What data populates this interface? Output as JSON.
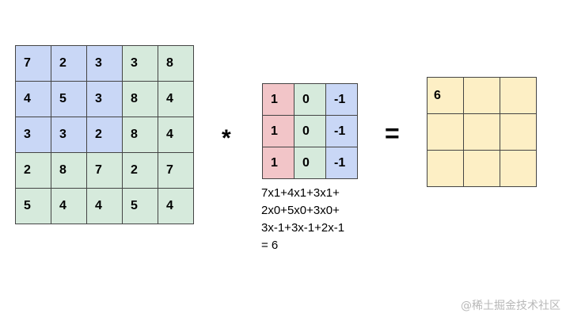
{
  "input": {
    "rows": [
      [
        "7",
        "2",
        "3",
        "3",
        "8"
      ],
      [
        "4",
        "5",
        "3",
        "8",
        "4"
      ],
      [
        "3",
        "3",
        "2",
        "8",
        "4"
      ],
      [
        "2",
        "8",
        "7",
        "2",
        "7"
      ],
      [
        "5",
        "4",
        "4",
        "5",
        "4"
      ]
    ],
    "highlight_color": "#c9d7f6",
    "base_color": "#d6eadc"
  },
  "operator": "*",
  "kernel": {
    "rows": [
      [
        "1",
        "0",
        "-1"
      ],
      [
        "1",
        "0",
        "-1"
      ],
      [
        "1",
        "0",
        "-1"
      ]
    ],
    "column_colors": [
      "#f2c5c8",
      "#d6eadc",
      "#c9d7f6"
    ]
  },
  "equals": "=",
  "output": {
    "rows": [
      [
        "6",
        "",
        ""
      ],
      [
        "",
        "",
        ""
      ],
      [
        "",
        "",
        ""
      ]
    ],
    "cell_color": "#fdefc5"
  },
  "calculation": [
    "7x1+4x1+3x1+",
    "2x0+5x0+3x0+",
    "3x-1+3x-1+2x-1",
    "= 6"
  ],
  "watermark": "@稀土掘金技术社区"
}
